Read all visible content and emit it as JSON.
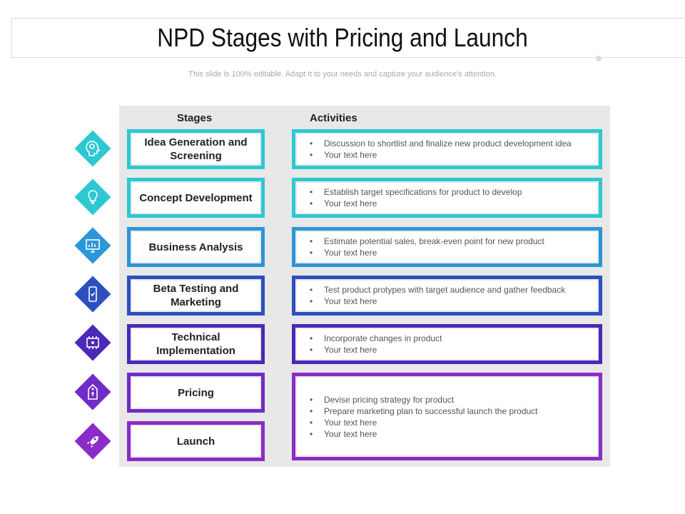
{
  "title": "NPD Stages with Pricing and Launch",
  "subtitle": "This slide is 100% editable. Adapt it to your needs and capture your audience's attention.",
  "headers": {
    "stages": "Stages",
    "activities": "Activities"
  },
  "colors": [
    "#2ec8d2",
    "#2ec8d2",
    "#2b96d8",
    "#2d4fc0",
    "#4a28b8",
    "#6f2cc6",
    "#8a2cc8"
  ],
  "stages": [
    {
      "label": "Idea Generation and Screening",
      "icon": "head-gears-icon"
    },
    {
      "label": "Concept Development",
      "icon": "lightbulb-icon"
    },
    {
      "label": "Business Analysis",
      "icon": "monitor-chart-icon"
    },
    {
      "label": "Beta Testing and Marketing",
      "icon": "mobile-check-icon"
    },
    {
      "label": "Technical Implementation",
      "icon": "circuit-board-icon"
    },
    {
      "label": "Pricing",
      "icon": "price-tag-icon"
    },
    {
      "label": "Launch",
      "icon": "rocket-icon"
    }
  ],
  "activities": [
    {
      "items": [
        "Discussion to shortlist and finalize new product development idea",
        "Your text here"
      ]
    },
    {
      "items": [
        "Establish target specifications for product to develop",
        "Your text here"
      ]
    },
    {
      "items": [
        "Estimate potential sales, break-even  point for new product",
        "Your text here"
      ]
    },
    {
      "items": [
        "Test product protypes with target audience and gather feedback",
        "Your text here"
      ]
    },
    {
      "items": [
        "Incorporate changes in product",
        "Your text here"
      ]
    },
    {
      "items": [
        "Devise pricing strategy  for product",
        "Prepare marketing plan to successful launch the product",
        "Your text here",
        "Your text here"
      ]
    }
  ]
}
